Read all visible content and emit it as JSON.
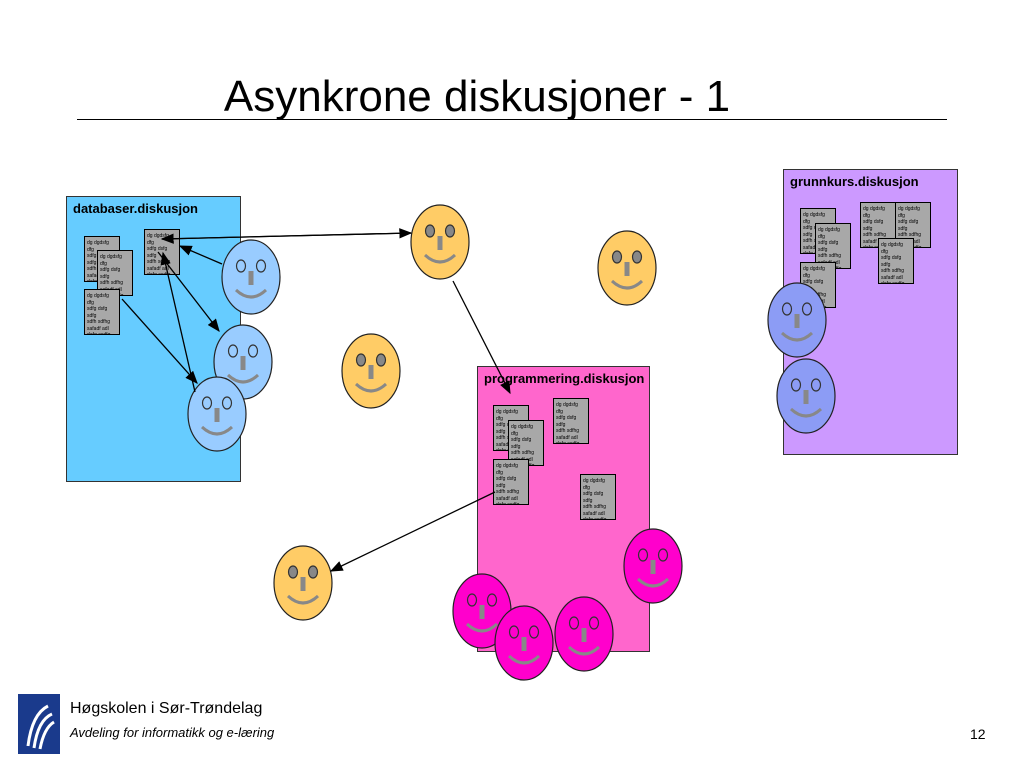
{
  "title": "Asynkrone diskusjoner - 1",
  "panels": {
    "databaser": {
      "label": "databaser.diskusjon",
      "color": "#66ccff"
    },
    "grunnkurs": {
      "label": "grunnkurs.diskusjon",
      "color": "#cc99ff"
    },
    "programmering": {
      "label": "programmering.diskusjon",
      "color": "#ff66cc"
    }
  },
  "post_text": "dg dgdsfg dfg\nsdfg dsfg sdfg\nsdfh sdfhg\nsafadf adl\ndafg asdfg\ndsg",
  "face_colors": {
    "orange": "#ffcc66",
    "light_blue": "#99ccff",
    "violet": "#8c9cf5",
    "magenta": "#ff00cc"
  },
  "footer": {
    "org": "Høgskolen i Sør-Trøndelag",
    "dept": "Avdeling for informatikk og e-læring",
    "page": "12"
  }
}
